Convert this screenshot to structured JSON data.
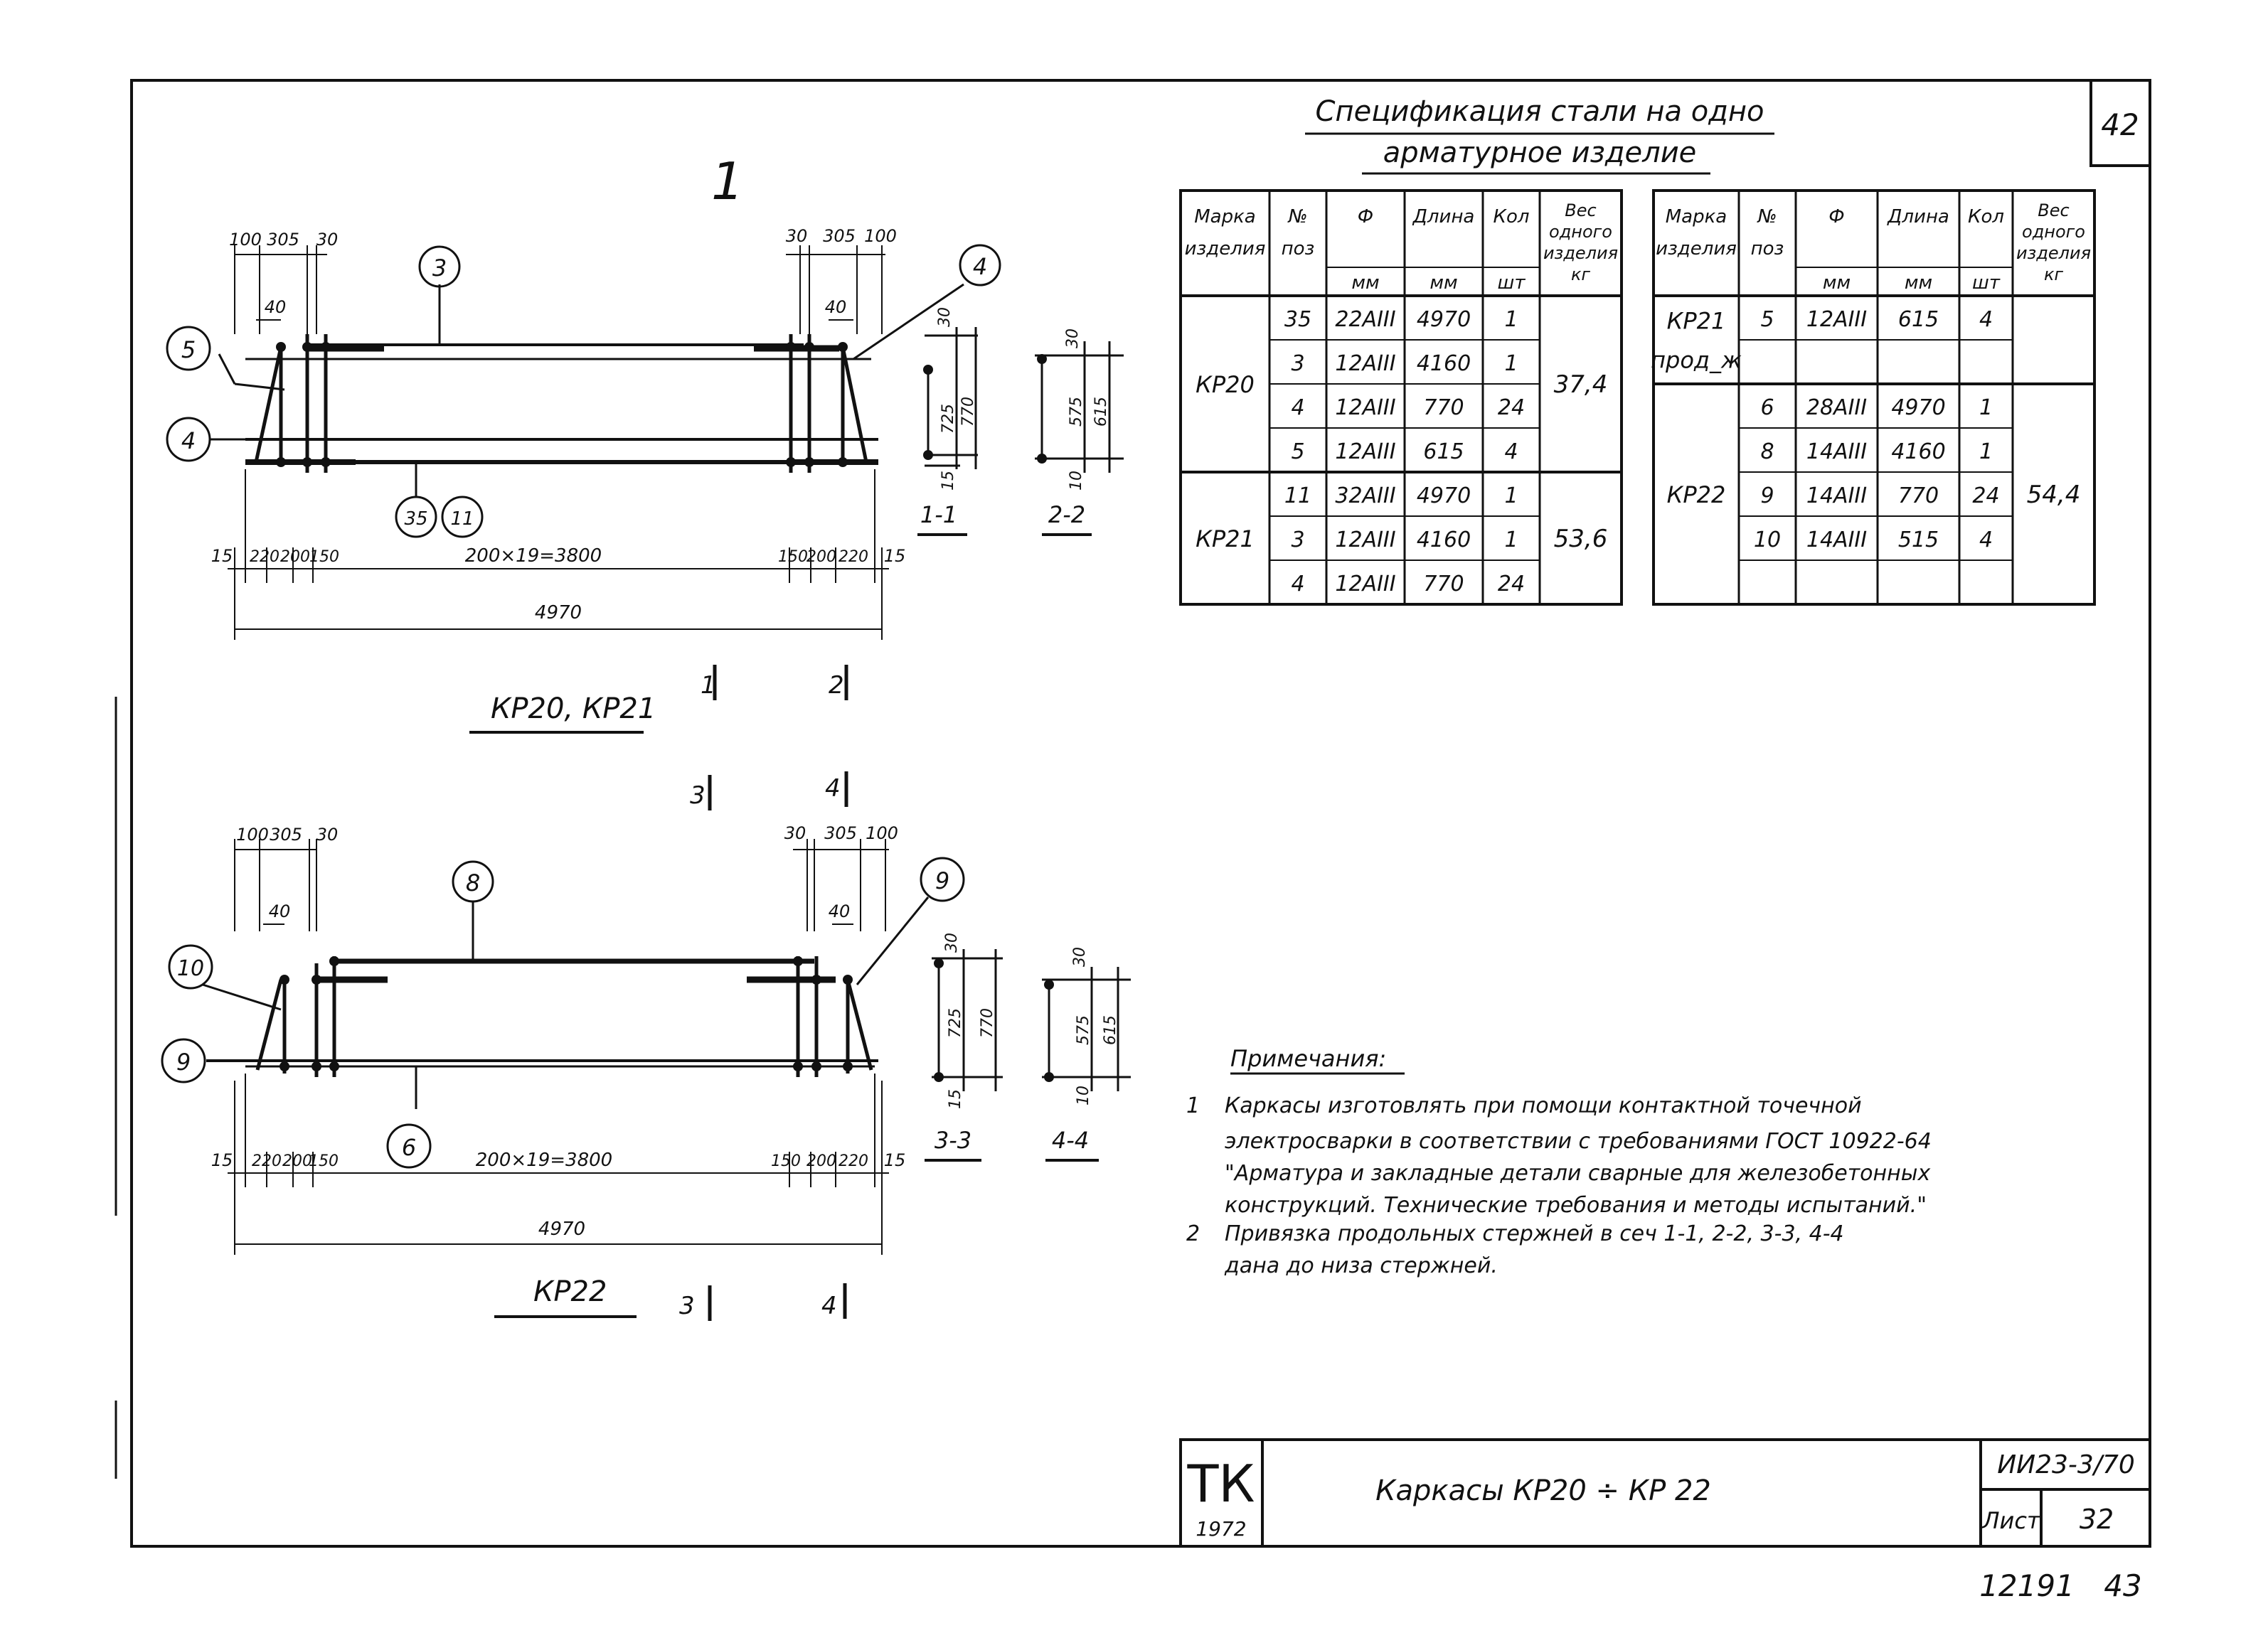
{
  "sheet": {
    "page_number": "42",
    "footer_left": "12191",
    "footer_right": "43"
  },
  "spec": {
    "title_line1": "Спецификация стали на одно",
    "title_line2": "арматурное изделие",
    "headers": [
      "Марка изделия",
      "№ поз",
      "Ф мм",
      "Длина мм",
      "Кол шт",
      "Вес одного изделия кг"
    ],
    "left_table": {
      "groups": [
        {
          "mark": "КР20",
          "weight": "37,4",
          "rows": [
            [
              "35",
              "22АIII",
              "4970",
              "1"
            ],
            [
              "3",
              "12АIII",
              "4160",
              "1"
            ],
            [
              "4",
              "12АIII",
              "770",
              "24"
            ],
            [
              "5",
              "12АIII",
              "615",
              "4"
            ]
          ]
        },
        {
          "mark": "КР21",
          "weight": "53,6",
          "rows": [
            [
              "11",
              "32АIII",
              "4970",
              "1"
            ],
            [
              "3",
              "12АIII",
              "4160",
              "1"
            ],
            [
              "4",
              "12АIII",
              "770",
              "24"
            ]
          ]
        }
      ]
    },
    "right_table": {
      "groups": [
        {
          "mark": "КР21 прод_ж",
          "weight": "",
          "rows": [
            [
              "5",
              "12АIII",
              "615",
              "4"
            ],
            [
              "",
              "",
              "",
              ""
            ]
          ]
        },
        {
          "mark": "КР22",
          "weight": "54,4",
          "rows": [
            [
              "6",
              "28АIII",
              "4970",
              "1"
            ],
            [
              "8",
              "14АIII",
              "4160",
              "1"
            ],
            [
              "9",
              "14АIII",
              "770",
              "24"
            ],
            [
              "10",
              "14АIII",
              "515",
              "4"
            ],
            [
              "",
              "",
              "",
              ""
            ]
          ]
        }
      ]
    }
  },
  "drawing_top": {
    "section_mark": "1",
    "title": "КР20, КР21",
    "dims_top_left": [
      "100",
      "305",
      "30"
    ],
    "dims_top_right": [
      "30",
      "305",
      "100"
    ],
    "dim_40_left": "40",
    "dim_40_right": "40",
    "dims_bottom": [
      "15",
      "220",
      "200",
      "150",
      "200×19=3800",
      "150",
      "200",
      "220",
      "15"
    ],
    "total_length": "4970",
    "callouts": [
      "3",
      "4",
      "5",
      "4",
      "35",
      "11"
    ],
    "cut_labels": [
      "1",
      "2"
    ],
    "section_1": {
      "label": "1-1",
      "dims": [
        "30",
        "725",
        "770",
        "15"
      ]
    },
    "section_2": {
      "label": "2-2",
      "dims": [
        "30",
        "575",
        "615",
        "10"
      ]
    }
  },
  "drawing_bottom": {
    "title": "КР22",
    "cut_marks_top": [
      "3",
      "4"
    ],
    "dims_top_left": [
      "100",
      "305",
      "30"
    ],
    "dims_top_right": [
      "30",
      "305",
      "100"
    ],
    "dim_40_left": "40",
    "dim_40_right": "40",
    "dims_bottom": [
      "15",
      "220",
      "200",
      "150",
      "200×19=3800",
      "150",
      "200",
      "220",
      "15"
    ],
    "total_length": "4970",
    "callouts": [
      "8",
      "9",
      "10",
      "9",
      "6"
    ],
    "cut_labels": [
      "3",
      "4"
    ],
    "section_3": {
      "label": "3-3",
      "dims": [
        "30",
        "725",
        "770",
        "15"
      ]
    },
    "section_4": {
      "label": "4-4",
      "dims": [
        "30",
        "575",
        "615",
        "10"
      ]
    }
  },
  "notes": {
    "heading": "Примечания:",
    "items": [
      {
        "num": "1",
        "lines": [
          "Каркасы изготовлять при помощи контактной точечной",
          "электросварки в соответствии с требованиями ГОСТ 10922-64",
          "\"Арматура и закладные детали сварные для железобетонных",
          "конструкций. Технические требования и методы испытаний.\""
        ]
      },
      {
        "num": "2",
        "lines": [
          "Привязка продольных стержней в сеч 1-1, 2-2, 3-3, 4-4",
          "дана до низа стержней."
        ]
      }
    ]
  },
  "title_block": {
    "logo": "ТК",
    "year": "1972",
    "title": "Каркасы КР20 ÷ КР 22",
    "code": "ИИ23-3/70",
    "sheet_label": "Лист",
    "sheet_number": "32"
  }
}
